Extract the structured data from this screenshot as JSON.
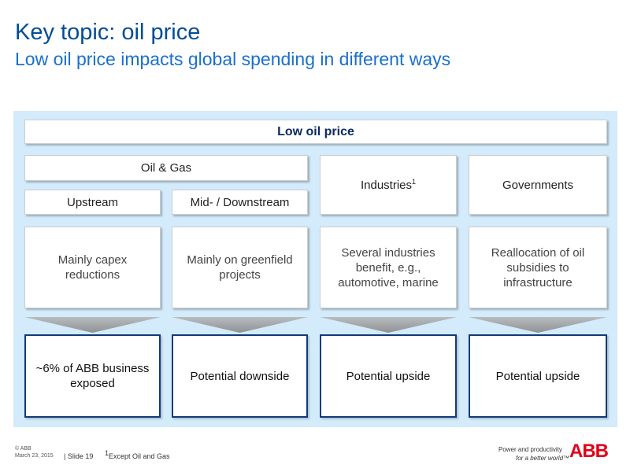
{
  "header": {
    "title": "Key topic: oil price",
    "subtitle": "Low oil price impacts global spending in different ways"
  },
  "diagram": {
    "root": "Low oil price",
    "group_oil_gas": "Oil & Gas",
    "upstream": "Upstream",
    "midstream": "Mid- / Downstream",
    "industries": "Industries",
    "industries_sup": "1",
    "governments": "Governments",
    "descriptions": [
      "Mainly capex reductions",
      "Mainly on greenfield projects",
      "Several industries benefit, e.g., automotive, marine",
      "Reallocation of oil subsidies to infrastructure"
    ],
    "outcomes": [
      "~6% of ABB business exposed",
      "Potential downside",
      "Potential upside",
      "Potential upside"
    ]
  },
  "footer": {
    "copyright": "© ABB",
    "date": "March 23, 2015",
    "slide": "| Slide 19",
    "footnote_marker": "1",
    "footnote_text": "Except Oil and Gas",
    "tagline_1": "Power and productivity",
    "tagline_2": "for a better world™",
    "logo": "ABB"
  },
  "colors": {
    "title": "#004c97",
    "subtitle": "#1a6fd0",
    "panel": "#d3ebfa",
    "outcome_border": "#123a78",
    "logo": "#e2001a"
  }
}
